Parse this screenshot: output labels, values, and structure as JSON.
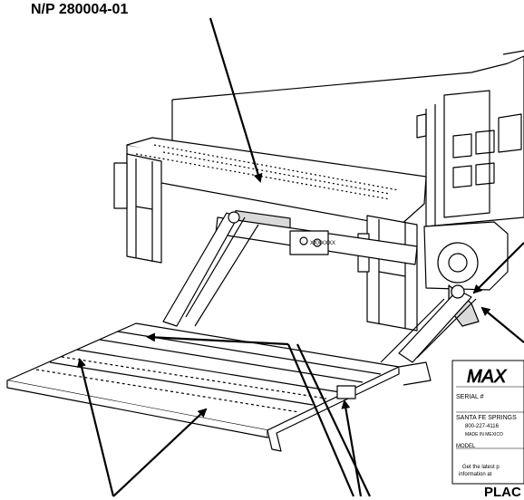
{
  "callouts": {
    "part_number": "N/P 280004-01",
    "bottom_right": "PLAC"
  },
  "decal": {
    "brand": "MAX",
    "serial_label": "SERIAL #",
    "city": "SANTA FE SPRINGS",
    "phone": "800-227-4116",
    "made_in": "MADE IN MEXICO",
    "model_label": "MODEL",
    "note_line1": "Get the latest p",
    "note_line2": "information at"
  },
  "platform_small_label": "XXXXXXX",
  "colors": {
    "ink": "#000000",
    "paper": "#ffffff",
    "shade": "#d9d9d9"
  }
}
